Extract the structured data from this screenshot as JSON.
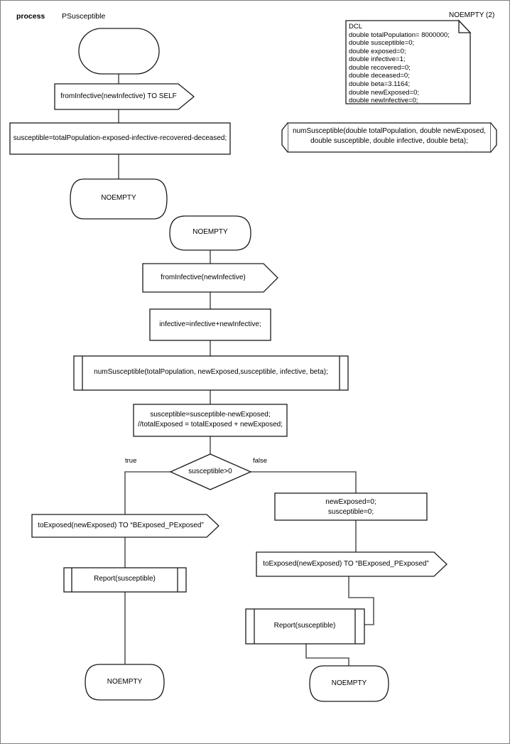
{
  "page": {
    "title_keyword": "process",
    "title_name": "PSusceptible",
    "page_ref": "NOEMPTY (2)"
  },
  "declaration_note": {
    "name": "dcl-note",
    "lines": [
      "DCL",
      "double totalPopulation= 8000000;",
      "double susceptible=0;",
      "double exposed=0;",
      "double infective=1;",
      "double recovered=0;",
      "double deceased=0;",
      "double beta=3.1164;",
      "double newExposed=0;",
      "double newInfective=0;"
    ]
  },
  "procedure_declaration": {
    "name": "numSusceptible-procedure-declaration",
    "line1": "numSusceptible(double totalPopulation, double newExposed,",
    "line2": "double susceptible, double infective, double beta);"
  },
  "nodes": {
    "start_state": {
      "label": ""
    },
    "input_from_infective_self": {
      "label": "fromInfective(newInfective) TO SELF"
    },
    "task_susceptible_init": {
      "label": "susceptible=totalPopulation-exposed-infective-recovered-deceased;"
    },
    "state_noempty_1": {
      "label": "NOEMPTY"
    },
    "state_noempty_2": {
      "label": "NOEMPTY"
    },
    "input_from_infective": {
      "label": "fromInfective(newInfective)"
    },
    "task_infective_update": {
      "label": "infective=infective+newInfective;"
    },
    "procedure_call_numsusceptible": {
      "label": "numSusceptible(totalPopulation, newExposed,susceptible, infective, beta);"
    },
    "task_susceptible_update": {
      "line1": "susceptible=susceptible-newExposed;",
      "line2": "//totalExposed = totalExposed + newExposed;"
    },
    "decision_susceptible": {
      "label": "susceptible>0"
    },
    "branch_true": {
      "label": "true"
    },
    "branch_false": {
      "label": "false"
    },
    "output_to_exposed_true": {
      "label": "toExposed(newExposed) TO “BExposed_PExposed”"
    },
    "procedure_report_true": {
      "label": "Report(susceptible)"
    },
    "state_noempty_end_true": {
      "label": "NOEMPTY"
    },
    "task_reset_false": {
      "line1": "newExposed=0;",
      "line2": "susceptible=0;"
    },
    "output_to_exposed_false": {
      "label": "toExposed(newExposed) TO “BExposed_PExposed”"
    },
    "procedure_report_false": {
      "label": "Report(susceptible)"
    },
    "state_noempty_end_false": {
      "label": "NOEMPTY"
    }
  },
  "colors": {
    "stroke": "#1a1a1a",
    "connector": "#595959",
    "page_border": "#808080",
    "background": "#ffffff"
  }
}
